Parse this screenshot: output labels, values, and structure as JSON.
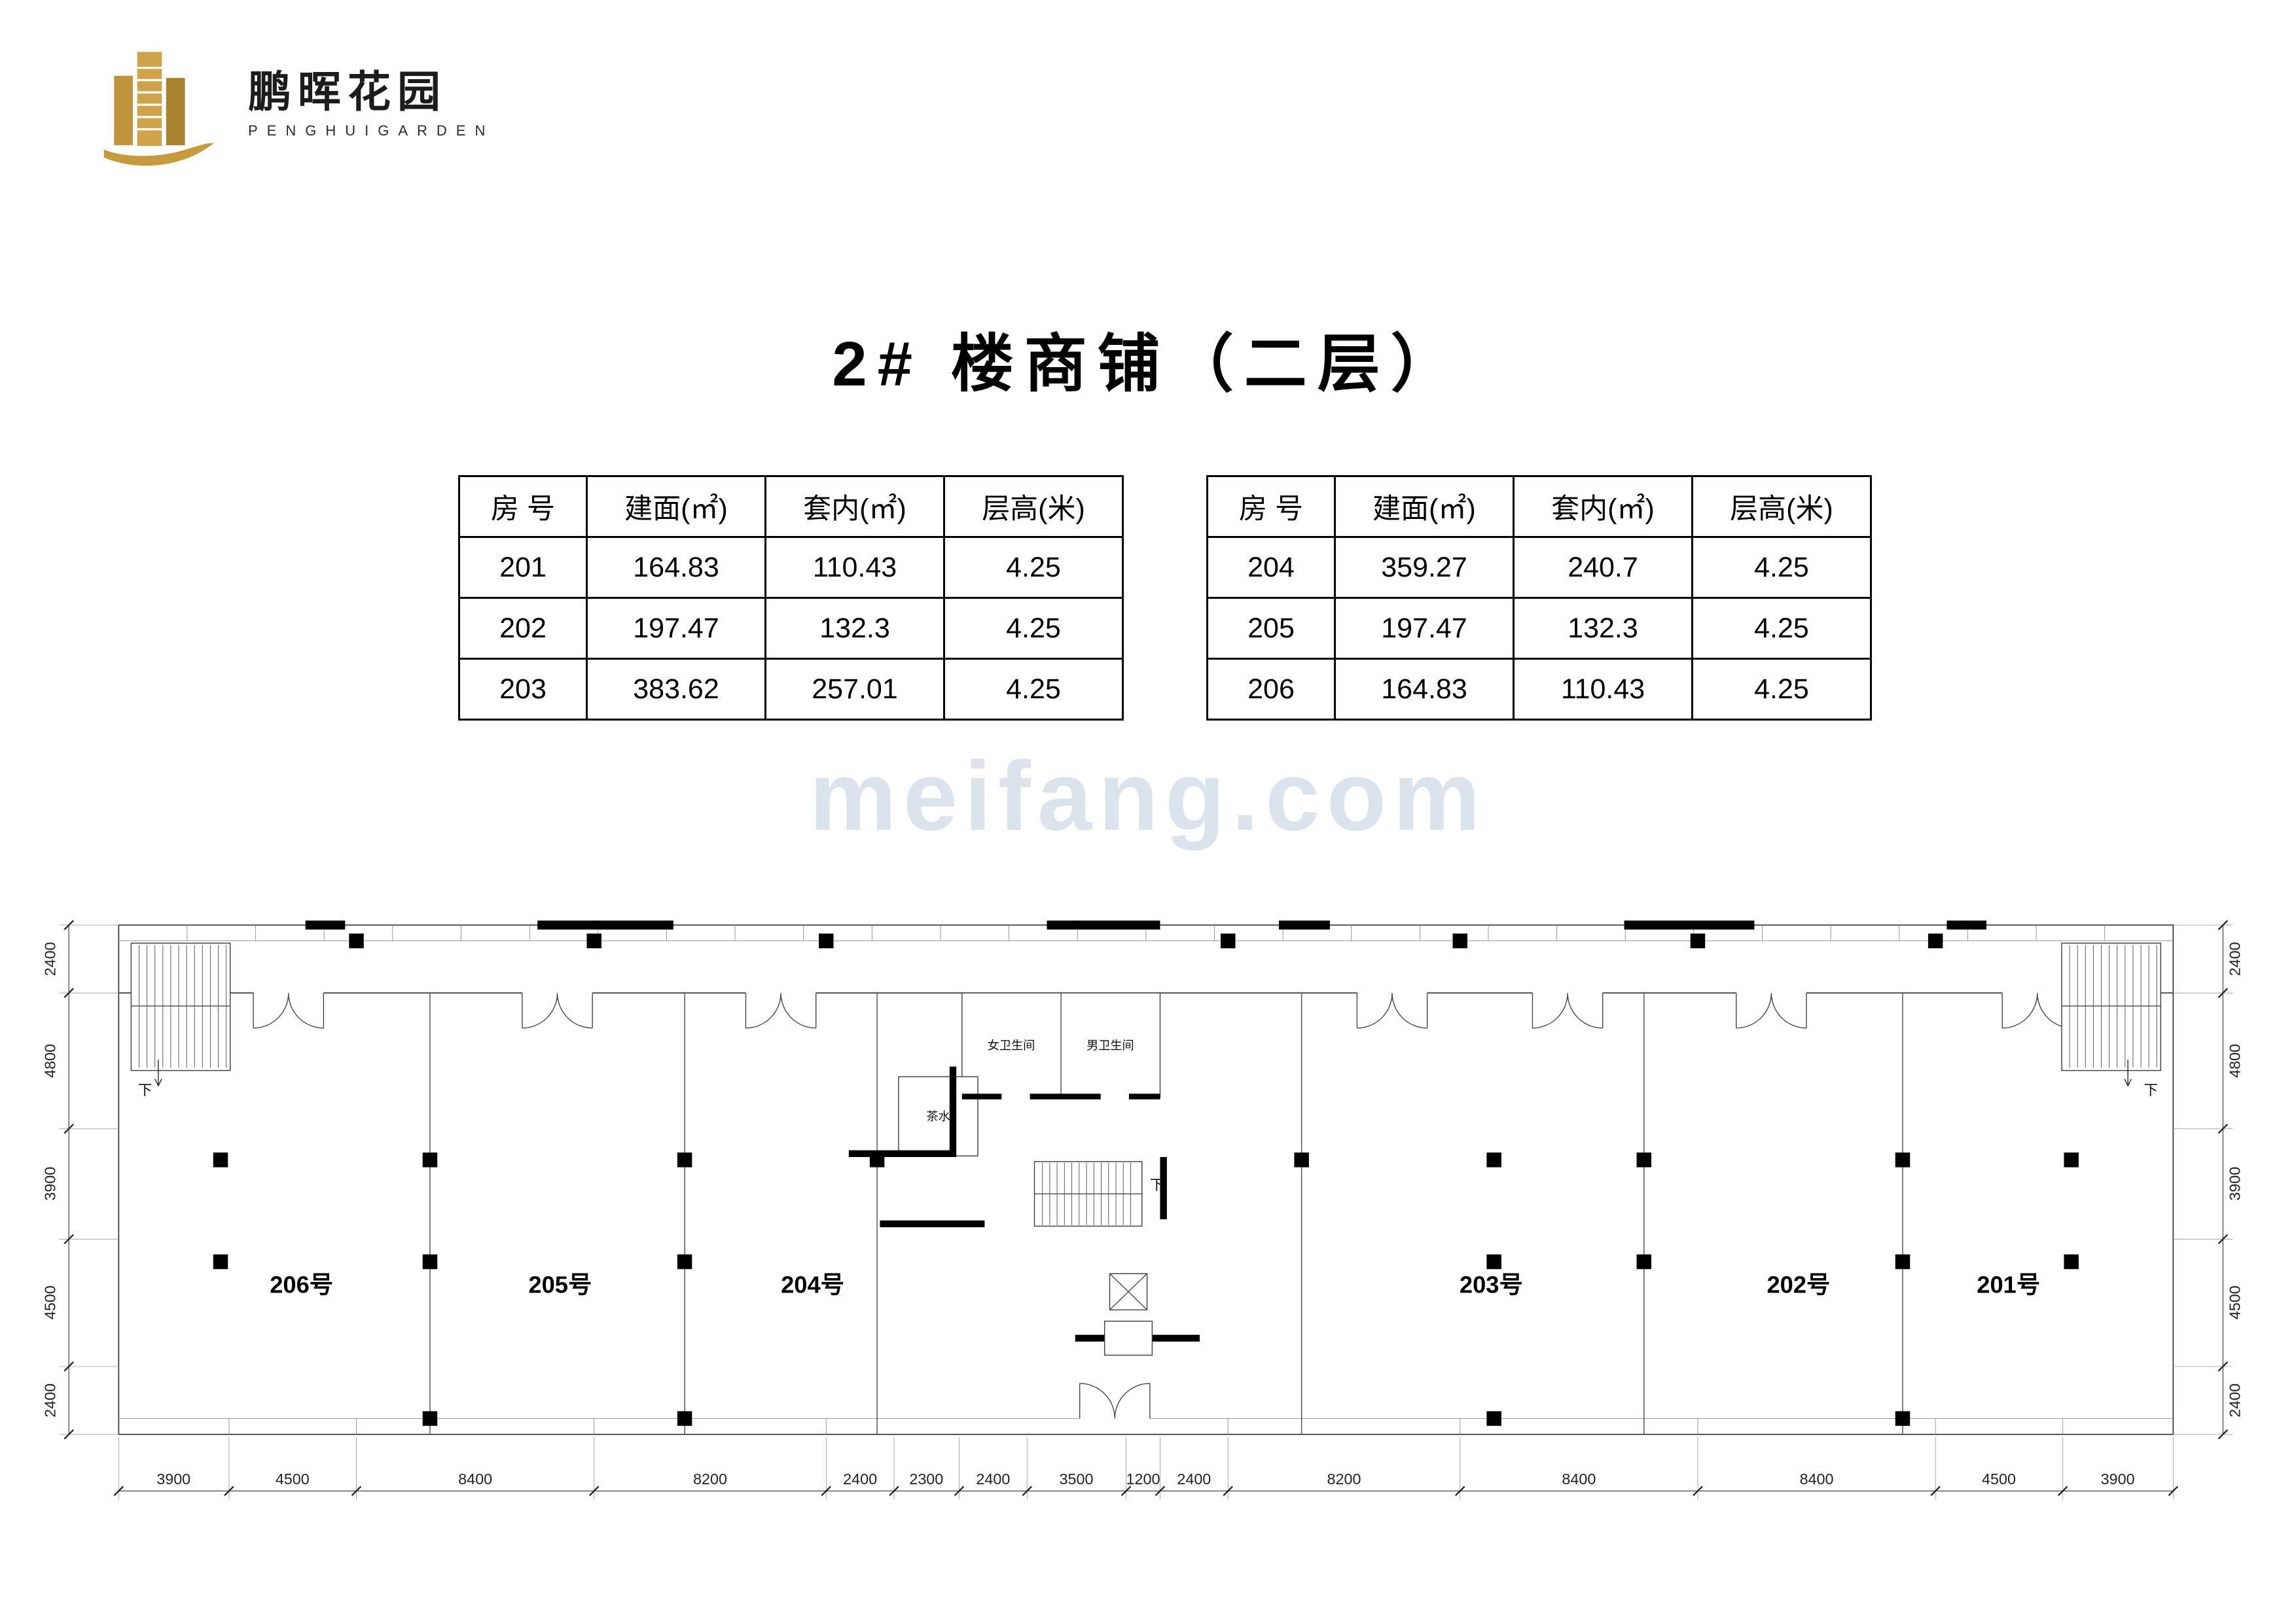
{
  "brand": {
    "name_cn": "鹏晖花园",
    "name_en": "PENGHUIGARDEN"
  },
  "title": "2# 楼商铺（二层）",
  "watermark": "meifang.com",
  "tables": {
    "headers": [
      "房 号",
      "建面(㎡)",
      "套内(㎡)",
      "层高(米)"
    ],
    "left": {
      "rows": [
        [
          "201",
          "164.83",
          "110.43",
          "4.25"
        ],
        [
          "202",
          "197.47",
          "132.3",
          "4.25"
        ],
        [
          "203",
          "383.62",
          "257.01",
          "4.25"
        ]
      ]
    },
    "right": {
      "rows": [
        [
          "204",
          "359.27",
          "240.7",
          "4.25"
        ],
        [
          "205",
          "197.47",
          "132.3",
          "4.25"
        ],
        [
          "206",
          "164.83",
          "110.43",
          "4.25"
        ]
      ]
    }
  },
  "floorplan": {
    "units": [
      "206号",
      "205号",
      "204号",
      "203号",
      "202号",
      "201号"
    ],
    "rooms": {
      "tea": "茶水",
      "female_wc": "女卫生间",
      "male_wc": "男卫生间"
    },
    "down_label": "下",
    "dims_bottom": [
      "3900",
      "4500",
      "8400",
      "8200",
      "2400",
      "2300",
      "2400",
      "3500",
      "1200",
      "2400",
      "8200",
      "8400",
      "8400",
      "4500",
      "3900"
    ],
    "dims_left": [
      "2400",
      "4800",
      "3900",
      "4500",
      "2400"
    ],
    "dims_right": [
      "2400",
      "4800",
      "3900",
      "4500",
      "2400"
    ]
  }
}
